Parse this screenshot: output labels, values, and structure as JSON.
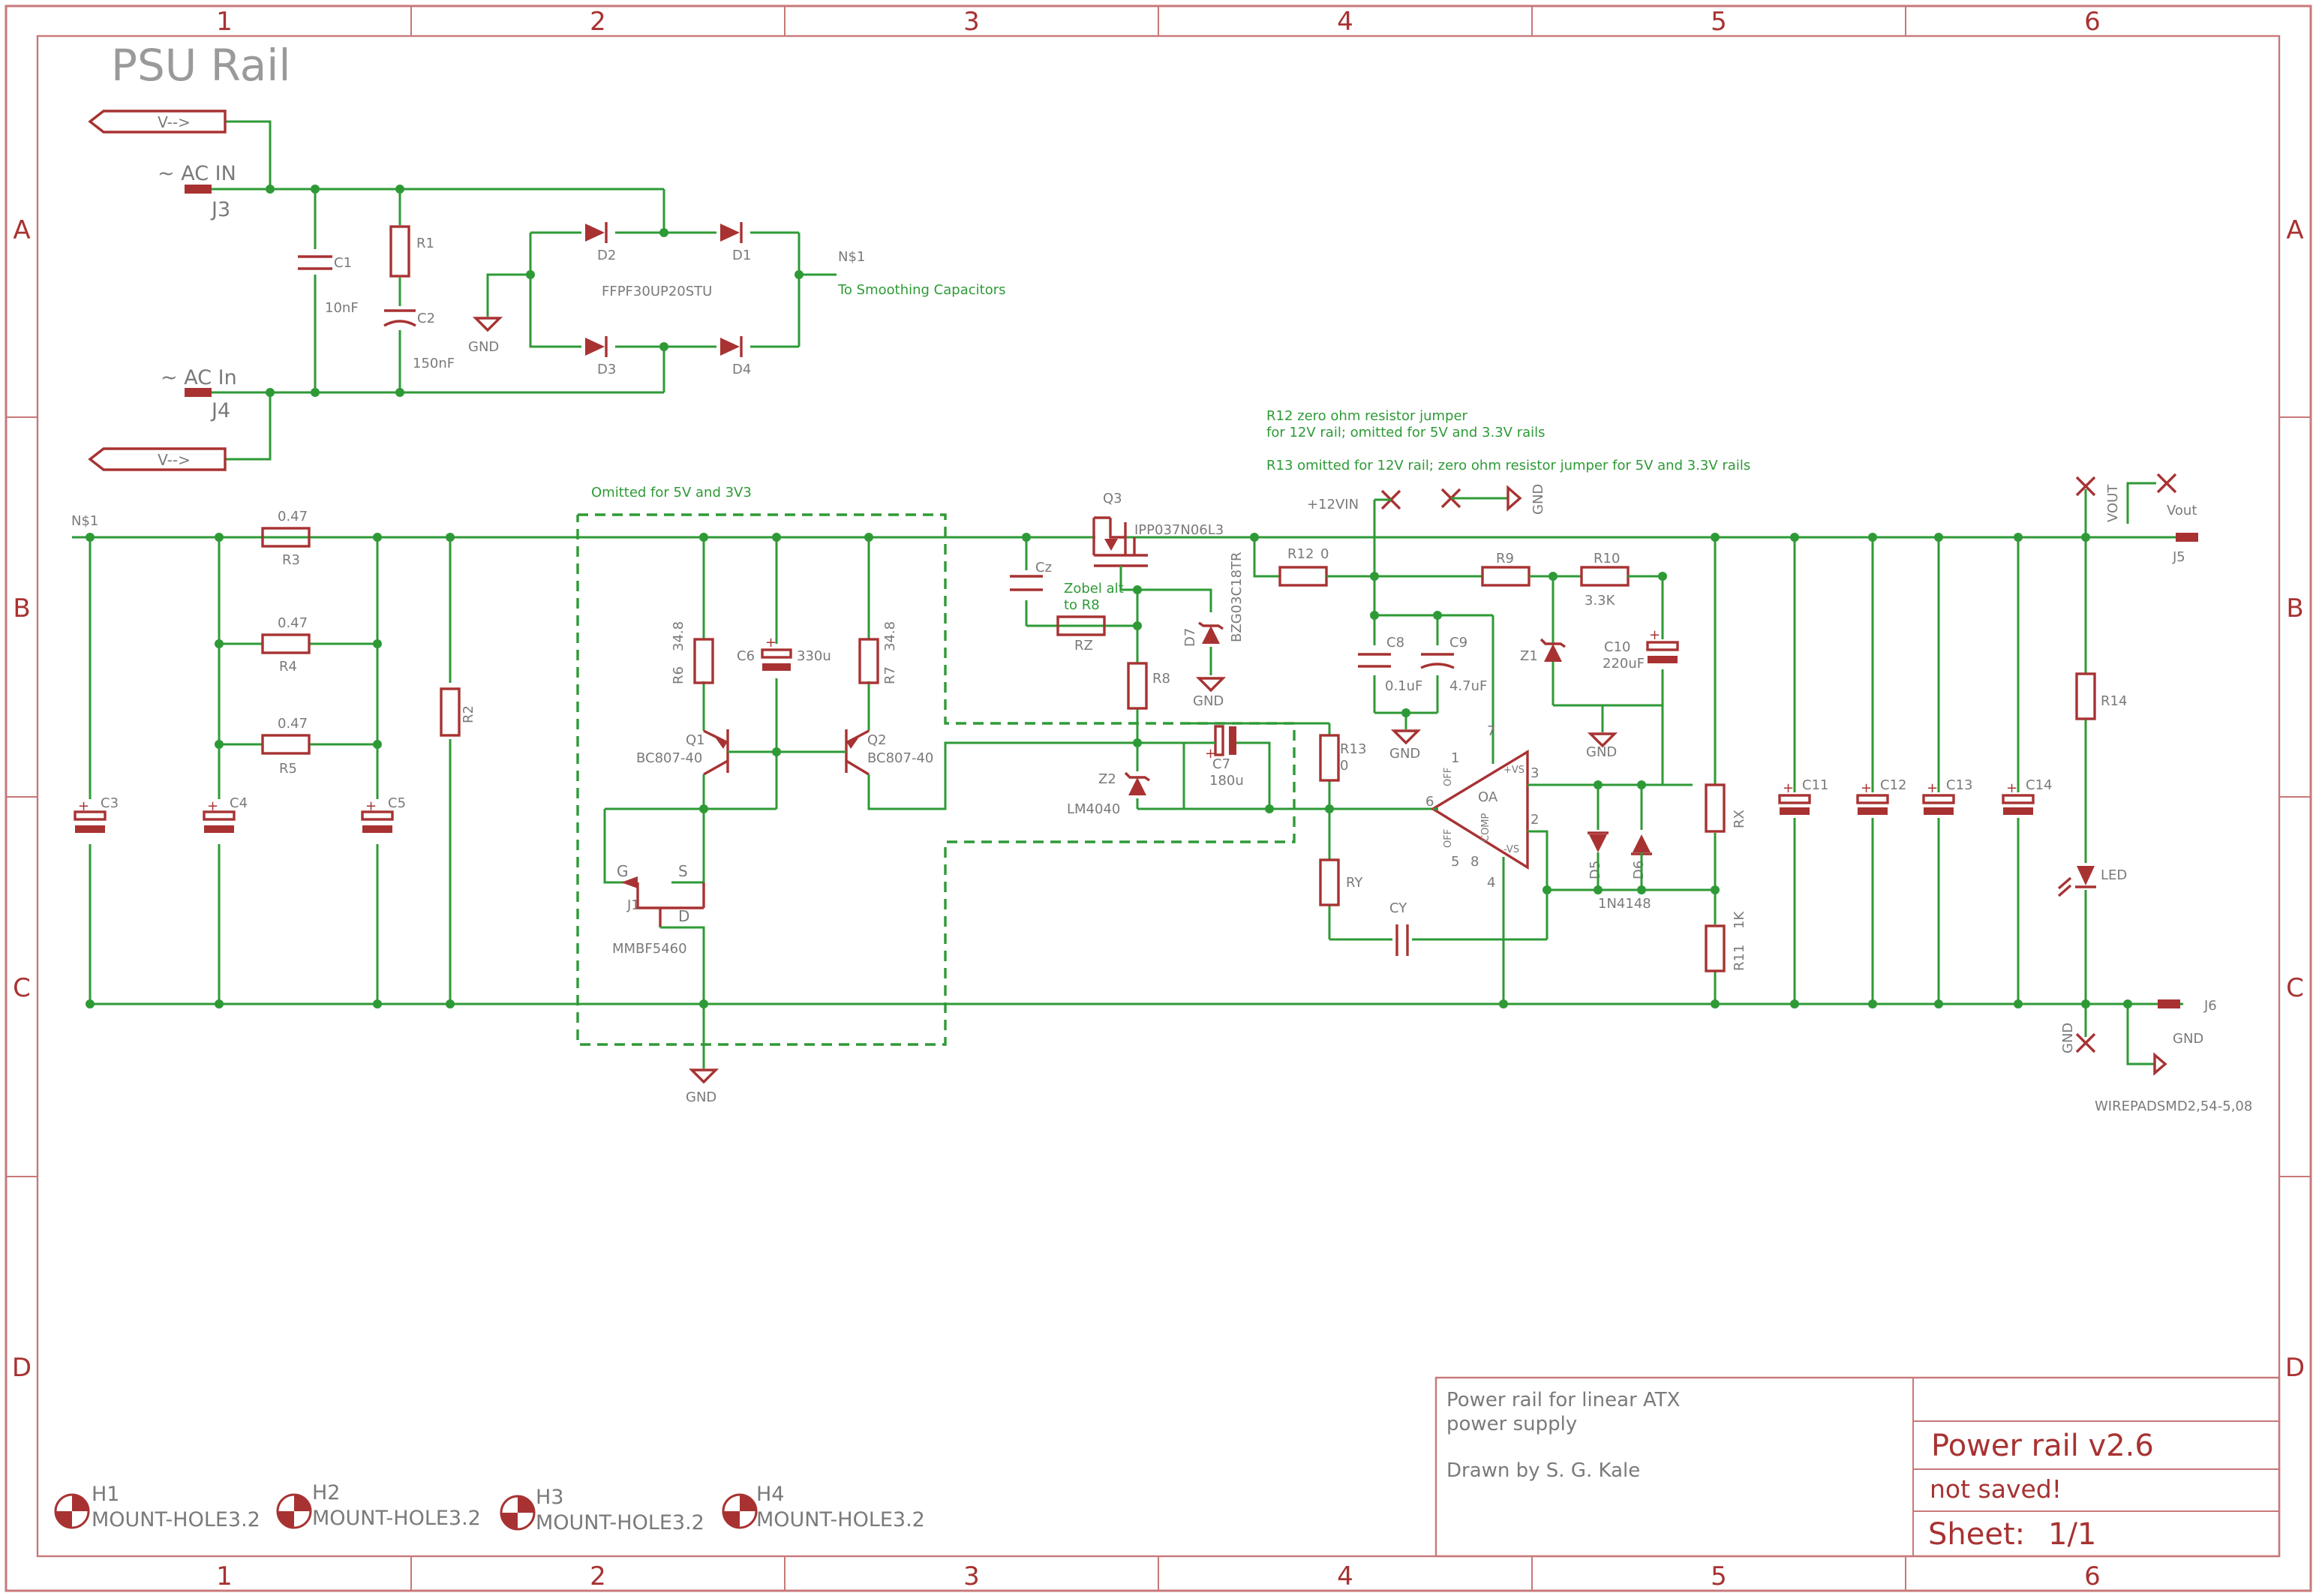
{
  "sheet_title": "PSU Rail",
  "frame": {
    "columns": [
      "1",
      "2",
      "3",
      "4",
      "5",
      "6"
    ],
    "rows": [
      "A",
      "B",
      "C",
      "D"
    ]
  },
  "title_block": {
    "description_line1": "Power rail for linear ATX",
    "description_line2": "power supply",
    "drawn_by": "Drawn by S. G. Kale",
    "title": "Power rail v2.6",
    "status": "not saved!",
    "sheet_label": "Sheet:",
    "sheet_value": "1/1"
  },
  "input_section": {
    "ports": [
      "V-->",
      "V-->"
    ],
    "connectors": [
      {
        "label": "~ AC IN",
        "ref": "J3"
      },
      {
        "label": "~ AC In",
        "ref": "J4"
      }
    ],
    "c1": {
      "ref": "C1",
      "value": "10nF"
    },
    "r1": {
      "ref": "R1"
    },
    "c2": {
      "ref": "C2",
      "value": "150nF"
    },
    "gnd": "GND",
    "bridge_part": "FFPF30UP20STU",
    "diodes": [
      "D2",
      "D1",
      "D3",
      "D4"
    ],
    "net": "N$1",
    "note": "To Smoothing Capacitors"
  },
  "main": {
    "net_label": "N$1",
    "resistors_parallel": [
      {
        "ref": "R3",
        "value": "0.47"
      },
      {
        "ref": "R4",
        "value": "0.47"
      },
      {
        "ref": "R5",
        "value": "0.47"
      }
    ],
    "r2": "R2",
    "caps_left": [
      "C3",
      "C4",
      "C5"
    ],
    "omitted_note": "Omitted for 5V and 3V3",
    "r6": {
      "ref": "R6",
      "value": "34.8"
    },
    "r7": {
      "ref": "R7",
      "value": "34.8"
    },
    "c6": {
      "ref": "C6",
      "value": "330u"
    },
    "q1": {
      "ref": "Q1",
      "part": "BC807-40"
    },
    "q2": {
      "ref": "Q2",
      "part": "BC807-40"
    },
    "j1": {
      "ref": "J1",
      "part": "MMBF5460",
      "pins": [
        "G",
        "S",
        "D"
      ]
    },
    "gnd": "GND",
    "q3": {
      "ref": "Q3",
      "part": "IPP037N06L3"
    },
    "cz": "Cz",
    "zobel_note": [
      "Zobel alt",
      "to R8"
    ],
    "rz": "RZ",
    "d7": {
      "ref": "D7",
      "part": "BZG03C18TR"
    },
    "r8": "R8",
    "z2": {
      "ref": "Z2",
      "part": "LM4040"
    },
    "c7": {
      "ref": "C7",
      "value": "180u"
    },
    "r12": {
      "ref": "R12",
      "value": "0"
    },
    "notes_r12": [
      "R12 zero ohm resistor jumper",
      "for 12V rail; omitted for 5V and 3.3V rails"
    ],
    "note_r13": "R13 omitted for 12V rail; zero ohm resistor jumper for 5V and 3.3V rails",
    "vin": "+12VIN",
    "r9": "R9",
    "r10": {
      "ref": "R10",
      "value": "3.3K"
    },
    "c8": {
      "ref": "C8",
      "value": "0.1uF"
    },
    "c9": {
      "ref": "C9",
      "value": "4.7uF"
    },
    "z1": "Z1",
    "c10": {
      "ref": "C10",
      "value": "220uF"
    },
    "r13": {
      "ref": "R13",
      "value": "0"
    },
    "ry": "RY",
    "cy": "CY",
    "opamp": {
      "ref": "OA",
      "pins": [
        "1",
        "2",
        "3",
        "4",
        "5",
        "6",
        "7",
        "8"
      ],
      "pin_labels": [
        "OFF",
        "OFF",
        "+VS",
        "-VS",
        "COMP"
      ]
    },
    "d5": "D5",
    "d6": "D6",
    "diode_part": "1N4148",
    "rx": "RX",
    "r11": {
      "ref": "R11",
      "value": "1K"
    },
    "caps_right": [
      "C11",
      "C12",
      "C13",
      "C14"
    ],
    "r14": "R14",
    "led": "LED",
    "vout_label": "VOUT",
    "vout": "Vout",
    "j5": "J5",
    "j6": "J6",
    "gnd_label": "GND",
    "wirepad": "WIREPADSMD2,54-5,08"
  },
  "mount_holes": [
    {
      "ref": "H1",
      "part": "MOUNT-HOLE3.2"
    },
    {
      "ref": "H2",
      "part": "MOUNT-HOLE3.2"
    },
    {
      "ref": "H3",
      "part": "MOUNT-HOLE3.2"
    },
    {
      "ref": "H4",
      "part": "MOUNT-HOLE3.2"
    }
  ]
}
